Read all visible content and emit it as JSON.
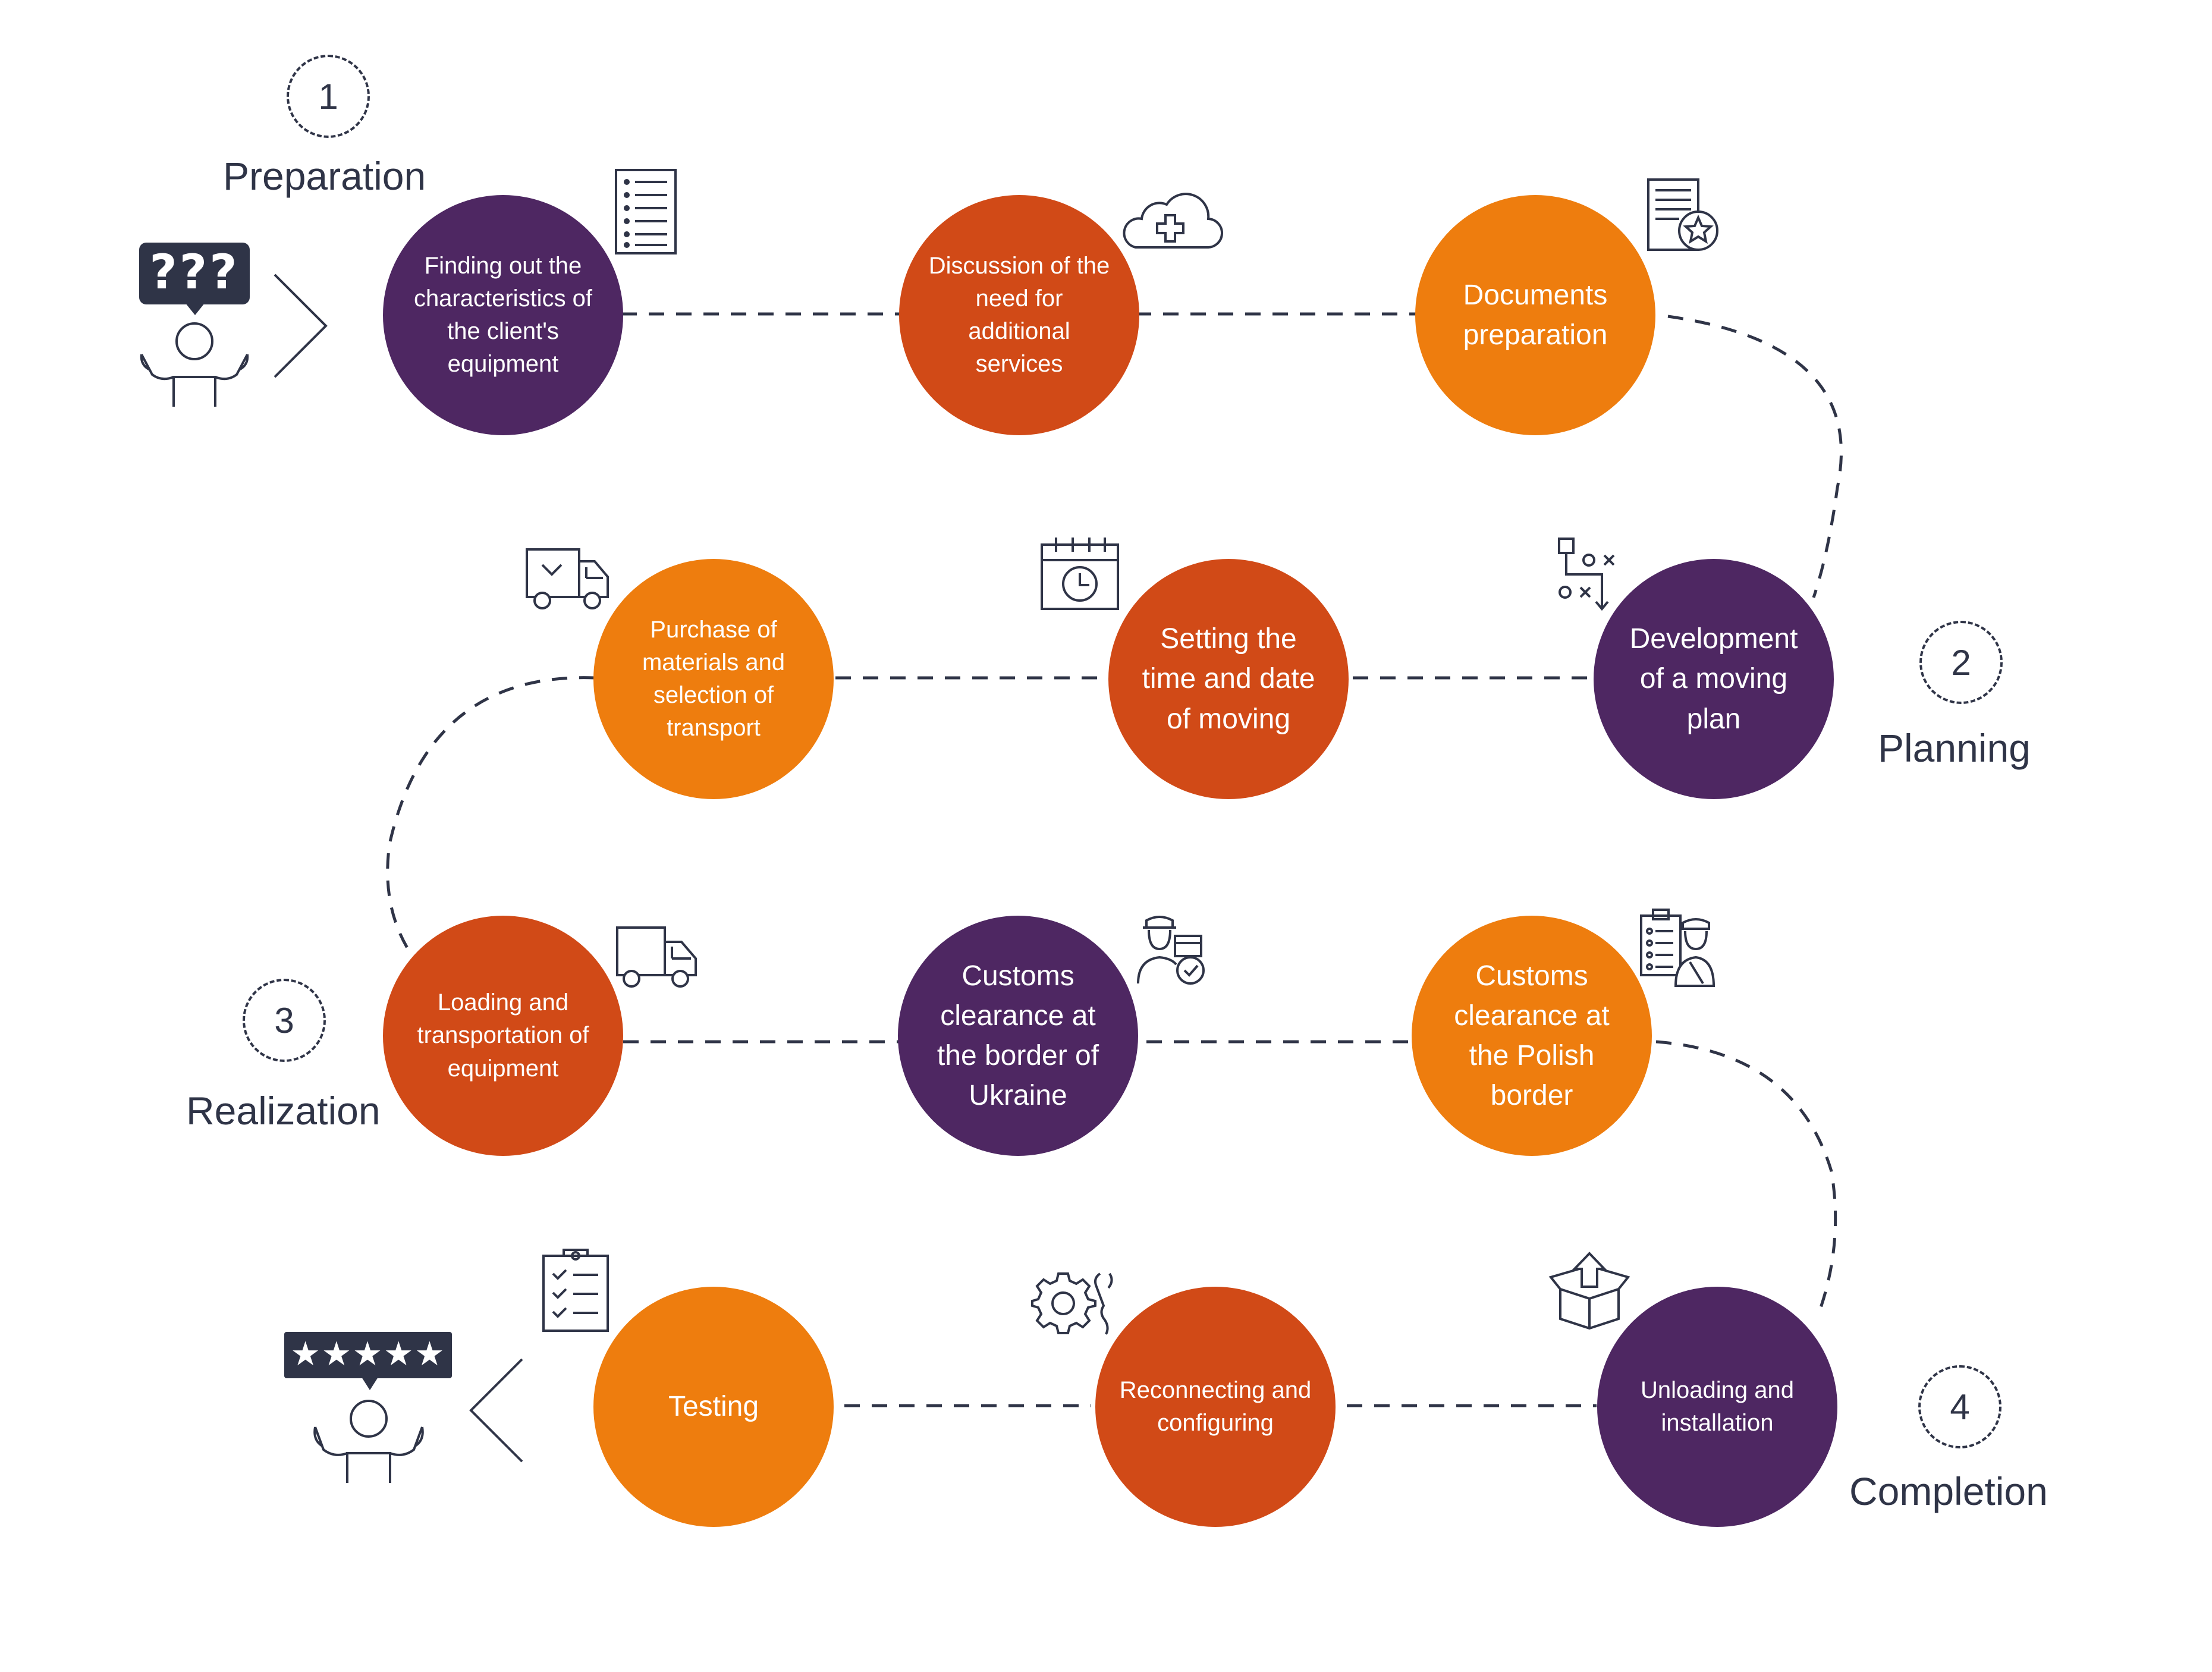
{
  "stages": [
    {
      "number": "1",
      "label": "Preparation"
    },
    {
      "number": "2",
      "label": "Planning"
    },
    {
      "number": "3",
      "label": "Realization"
    },
    {
      "number": "4",
      "label": "Completion"
    }
  ],
  "steps": [
    {
      "text": "Finding out the characteristics of the client's equipment",
      "color": "#4e2762",
      "icon": "checklist-icon"
    },
    {
      "text": "Discussion of the need for additional services",
      "color": "#d14a17",
      "icon": "cloud-plus-icon"
    },
    {
      "text": "Documents preparation",
      "color": "#ee7d0e",
      "icon": "document-star-icon"
    },
    {
      "text": "Development of a moving plan",
      "color": "#4e2762",
      "icon": "plan-scheme-icon"
    },
    {
      "text": "Setting the time and date of moving",
      "color": "#d14a17",
      "icon": "calendar-clock-icon"
    },
    {
      "text": "Purchase of materials and selection of transport",
      "color": "#ee7d0e",
      "icon": "delivery-van-icon"
    },
    {
      "text": "Loading and transportation of equipment",
      "color": "#d14a17",
      "icon": "truck-icon"
    },
    {
      "text": "Customs clearance at the border of Ukraine",
      "color": "#4e2762",
      "icon": "customs-officer-icon"
    },
    {
      "text": "Customs clearance at the Polish border",
      "color": "#ee7d0e",
      "icon": "customs-clipboard-officer-icon"
    },
    {
      "text": "Unloading and installation",
      "color": "#4e2762",
      "icon": "open-box-icon"
    },
    {
      "text": "Reconnecting and configuring",
      "color": "#d14a17",
      "icon": "gear-wrench-icon"
    },
    {
      "text": "Testing",
      "color": "#ee7d0e",
      "icon": "clipboard-checklist-icon"
    }
  ],
  "start": {
    "bubble": "???",
    "icon": "confused-person-icon"
  },
  "end": {
    "bubble": "★★★★★",
    "icon": "happy-person-icon"
  },
  "colors": {
    "ink": "#2f3447",
    "purple": "#4e2762",
    "red": "#d14a17",
    "orange": "#ee7d0e"
  }
}
